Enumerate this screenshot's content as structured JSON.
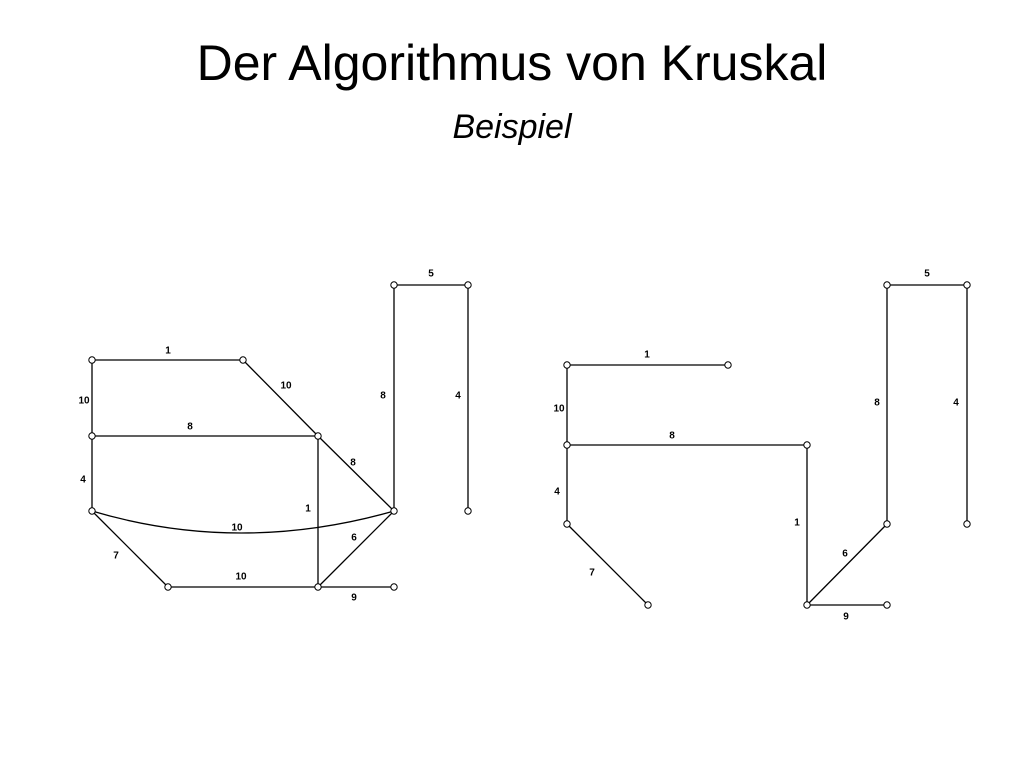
{
  "slide": {
    "title": "Der Algorithmus von Kruskal",
    "subtitle": "Beispiel"
  },
  "graphs": {
    "original": {
      "edges": [
        {
          "id": "e-top-1",
          "from": "A",
          "to": "B",
          "weight": "1"
        },
        {
          "id": "e-left-10",
          "from": "A",
          "to": "C",
          "weight": "10"
        },
        {
          "id": "e-diag-10",
          "from": "B",
          "to": "D",
          "weight": "10"
        },
        {
          "id": "e-mid-8",
          "from": "C",
          "to": "D",
          "weight": "8"
        },
        {
          "id": "e-left-4",
          "from": "C",
          "to": "E",
          "weight": "4"
        },
        {
          "id": "e-diag-8",
          "from": "D",
          "to": "H",
          "weight": "8"
        },
        {
          "id": "e-vert-1",
          "from": "D",
          "to": "G",
          "weight": "1"
        },
        {
          "id": "e-curve-10",
          "from": "E",
          "to": "H",
          "weight": "10"
        },
        {
          "id": "e-diag-7",
          "from": "E",
          "to": "F",
          "weight": "7"
        },
        {
          "id": "e-bottom-10",
          "from": "F",
          "to": "G",
          "weight": "10"
        },
        {
          "id": "e-diag-6",
          "from": "G",
          "to": "H",
          "weight": "6"
        },
        {
          "id": "e-bottom-9",
          "from": "G",
          "to": "J",
          "weight": "9"
        },
        {
          "id": "e-tall-8",
          "from": "H",
          "to": "K",
          "weight": "8"
        },
        {
          "id": "e-top-5",
          "from": "K",
          "to": "L",
          "weight": "5"
        },
        {
          "id": "e-right-4",
          "from": "L",
          "to": "M",
          "weight": "4"
        }
      ]
    },
    "spanning_tree": {
      "edges": [
        {
          "id": "t-top-1",
          "from": "A",
          "to": "B",
          "weight": "1"
        },
        {
          "id": "t-left-10",
          "from": "A",
          "to": "C",
          "weight": "10"
        },
        {
          "id": "t-mid-8",
          "from": "C",
          "to": "D",
          "weight": "8"
        },
        {
          "id": "t-left-4",
          "from": "C",
          "to": "E",
          "weight": "4"
        },
        {
          "id": "t-diag-7",
          "from": "E",
          "to": "F",
          "weight": "7"
        },
        {
          "id": "t-vert-1",
          "from": "D",
          "to": "G",
          "weight": "1"
        },
        {
          "id": "t-diag-6",
          "from": "G",
          "to": "H",
          "weight": "6"
        },
        {
          "id": "t-bottom-9",
          "from": "G",
          "to": "J",
          "weight": "9"
        },
        {
          "id": "t-tall-8",
          "from": "H",
          "to": "K",
          "weight": "8"
        },
        {
          "id": "t-top-5",
          "from": "K",
          "to": "L",
          "weight": "5"
        },
        {
          "id": "t-right-4",
          "from": "L",
          "to": "M",
          "weight": "4"
        }
      ]
    }
  }
}
